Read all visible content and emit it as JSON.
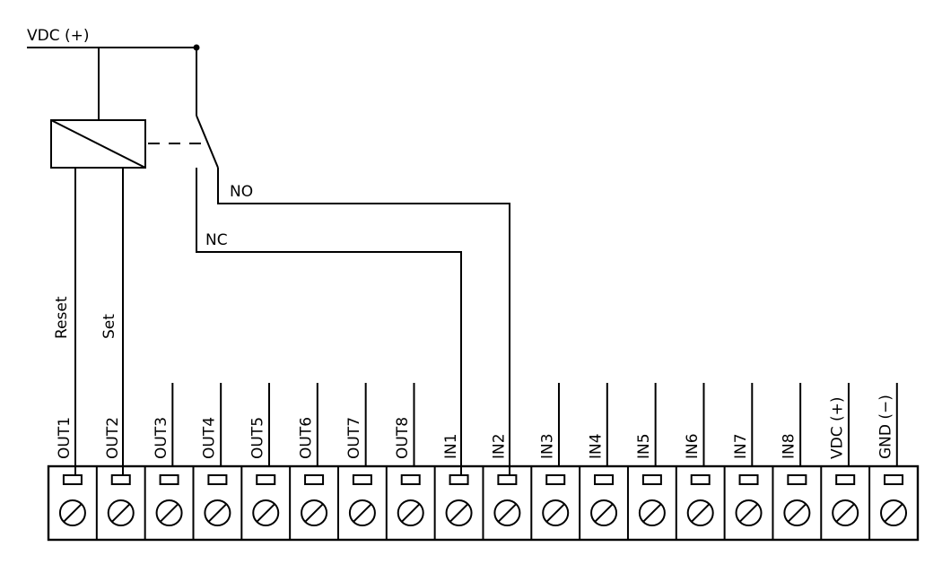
{
  "supply_label": "VDC (+)",
  "contact_labels": {
    "no": "NO",
    "nc": "NC"
  },
  "coil_labels": {
    "reset": "Reset",
    "set": "Set"
  },
  "terminals": [
    "OUT1",
    "OUT2",
    "OUT3",
    "OUT4",
    "OUT5",
    "OUT6",
    "OUT7",
    "OUT8",
    "IN1",
    "IN2",
    "IN3",
    "IN4",
    "IN5",
    "IN6",
    "IN7",
    "IN8",
    "VDC (+)",
    "GND (−)"
  ]
}
